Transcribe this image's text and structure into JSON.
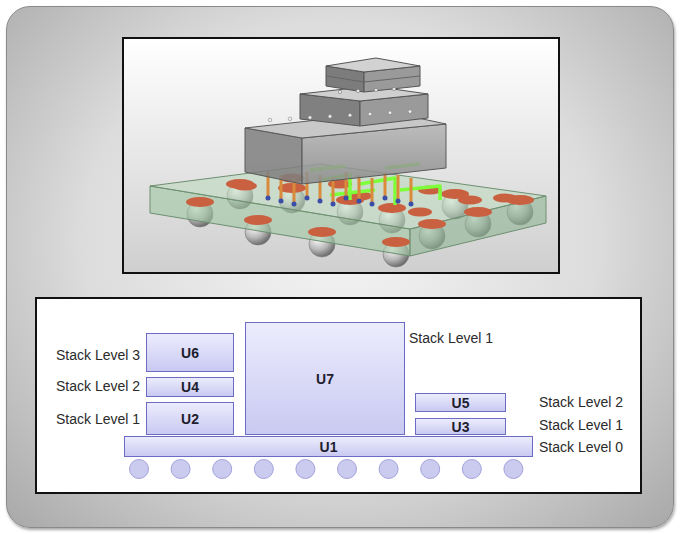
{
  "diagram": {
    "nodes": [
      {
        "text": [
          "U6"
        ]
      },
      {
        "text": [
          "U7"
        ]
      },
      {
        "text": [
          "U4"
        ]
      },
      {
        "text": [
          "U2"
        ]
      },
      {
        "text": [
          "U5"
        ]
      },
      {
        "text": [
          "U3"
        ]
      },
      {
        "text": [
          "U1"
        ]
      }
    ],
    "labels": [
      "Stack Level 3",
      "Stack Level 2",
      "Stack Level 1",
      "Stack Level 1",
      "Stack Level 2",
      "Stack Level 1",
      "Stack Level 0"
    ]
  }
}
